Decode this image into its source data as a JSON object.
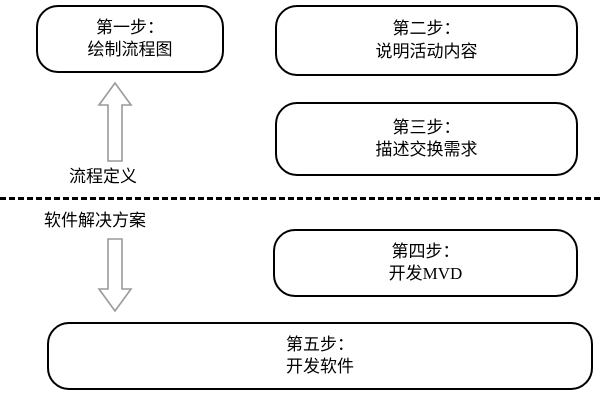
{
  "diagram": {
    "title_visible": false,
    "background_color": "#ffffff",
    "outline_color": "#000000",
    "arrow_color": "#808080",
    "divider": {
      "name": "phase-divider",
      "style": "dashed",
      "color": "#000000"
    },
    "steps": [
      {
        "id": "step-1",
        "line1": "第一步：",
        "line2": "绘制流程图"
      },
      {
        "id": "step-2",
        "line1": "第二步：",
        "line2": "说明活动内容"
      },
      {
        "id": "step-3",
        "line1": "第三步：",
        "line2": "描述交换需求"
      },
      {
        "id": "step-4",
        "line1": "第四步：",
        "line2": "开发MVD"
      },
      {
        "id": "step-5",
        "line1": "第五步：",
        "line2": "开发软件"
      }
    ],
    "labels": {
      "process_definition": "流程定义",
      "software_solution": "软件解决方案"
    },
    "arrows": [
      {
        "id": "arrow-up",
        "direction": "up",
        "label": "流程定义"
      },
      {
        "id": "arrow-down",
        "direction": "down",
        "label": "软件解决方案"
      }
    ]
  }
}
